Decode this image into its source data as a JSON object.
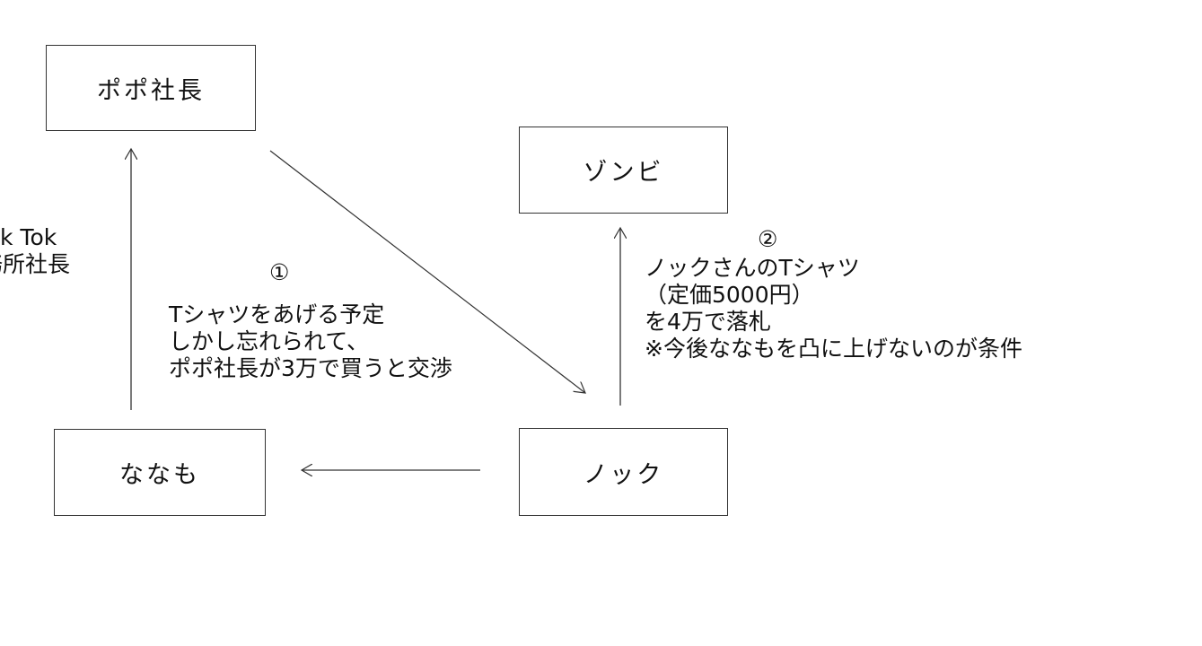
{
  "nodes": {
    "popo": "ポポ社長",
    "zombie": "ゾンビ",
    "nanamo": "ななも",
    "knock": "ノック"
  },
  "left_label": [
    "k Tok",
    "務所社長"
  ],
  "note1": {
    "number": "①",
    "lines": [
      "Tシャツをあげる予定",
      "しかし忘れられて、",
      "ポポ社長が3万で買うと交渉"
    ]
  },
  "note2": {
    "number": "②",
    "lines": [
      "ノックさんのTシャツ",
      "（定価5000円）",
      "を4万で落札",
      "※今後ななもを凸に上げないのが条件"
    ]
  }
}
